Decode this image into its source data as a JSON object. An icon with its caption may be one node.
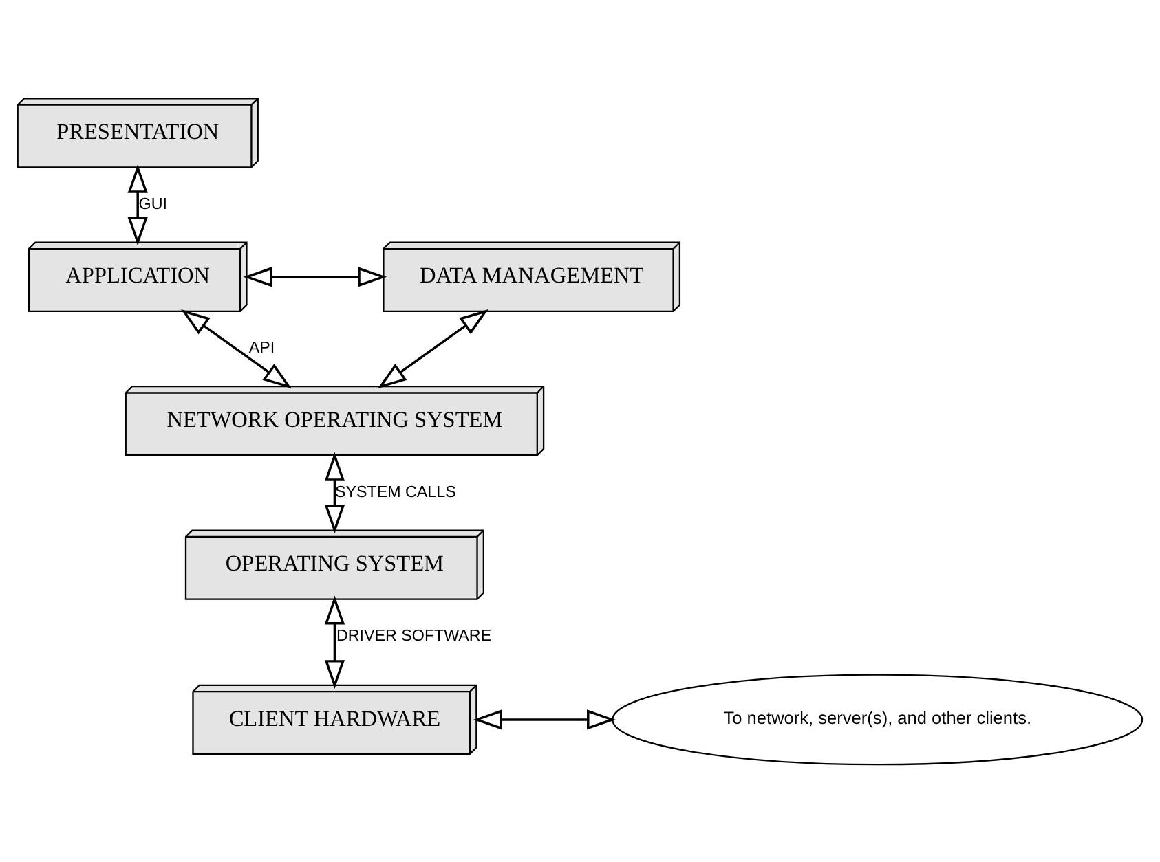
{
  "diagram": {
    "nodes": [
      {
        "text": [
          "PRESENTATION"
        ]
      },
      {
        "text": [
          "APPLICATION"
        ]
      },
      {
        "text": [
          "DATA MANAGEMENT"
        ]
      },
      {
        "text": [
          "NETWORK OPERATING SYSTEM"
        ]
      },
      {
        "text": [
          "OPERATING SYSTEM"
        ]
      },
      {
        "text": [
          "CLIENT HARDWARE"
        ]
      },
      {
        "text": [
          "To network, server(s), and other clients."
        ]
      }
    ],
    "edges": [
      {
        "from": 0,
        "to": 1,
        "arrow": "both",
        "label": "GUI"
      },
      {
        "from": 1,
        "to": 2,
        "arrow": "both"
      },
      {
        "from": 1,
        "to": 3,
        "arrow": "both",
        "label": "API"
      },
      {
        "from": 2,
        "to": 3,
        "arrow": "both"
      },
      {
        "from": 3,
        "to": 4,
        "arrow": "both",
        "label": "SYSTEM CALLS"
      },
      {
        "from": 4,
        "to": 5,
        "arrow": "both",
        "label": "DRIVER SOFTWARE"
      },
      {
        "from": 5,
        "to": 6,
        "arrow": "both"
      }
    ]
  }
}
